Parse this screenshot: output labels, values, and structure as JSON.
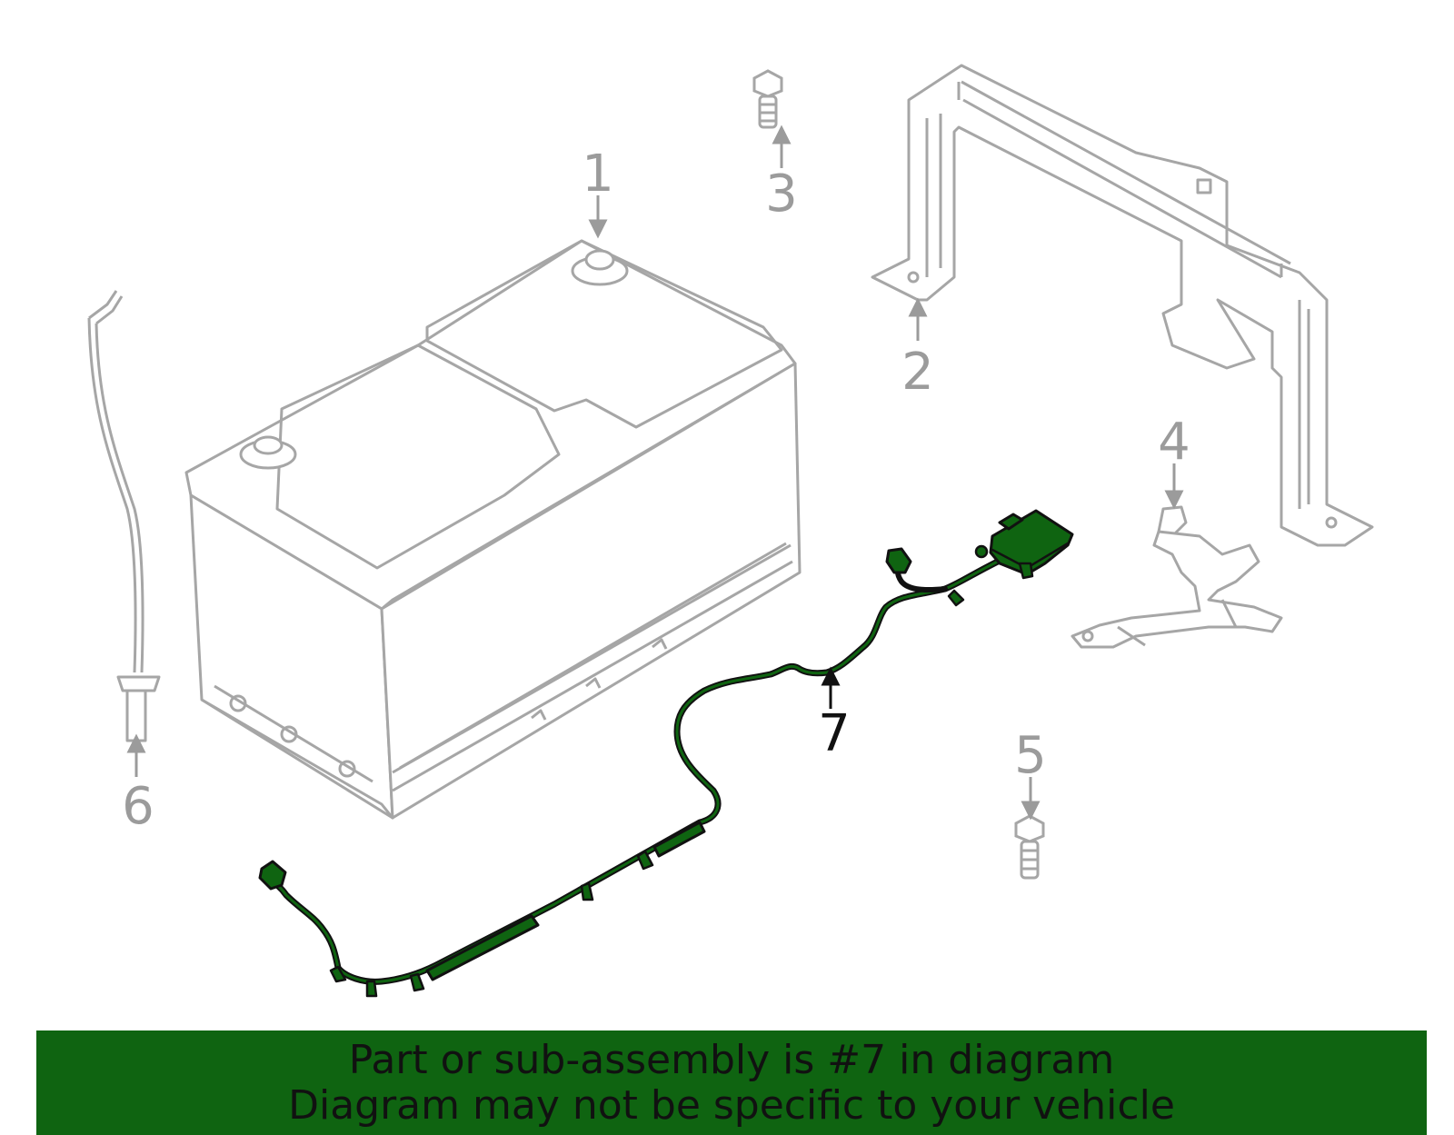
{
  "colors": {
    "part_outline": "#a6a6a6",
    "highlight_fill": "#0f6411",
    "highlight_stroke": "#111111",
    "banner_background": "#0f6411",
    "callout_muted": "#9b9b9b",
    "callout_active": "#111111"
  },
  "callouts": [
    {
      "id": "1",
      "label": "1",
      "part": "battery"
    },
    {
      "id": "2",
      "label": "2",
      "part": "battery-bracket"
    },
    {
      "id": "3",
      "label": "3",
      "part": "bolt"
    },
    {
      "id": "4",
      "label": "4",
      "part": "negative-cable-sensor"
    },
    {
      "id": "5",
      "label": "5",
      "part": "bolt"
    },
    {
      "id": "6",
      "label": "6",
      "part": "vent-tube"
    },
    {
      "id": "7",
      "label": "7",
      "part": "wire-harness",
      "highlighted": true
    }
  ],
  "banner": {
    "line1": "Part or sub-assembly is #7 in diagram",
    "line2": "Diagram may not be specific to your vehicle"
  }
}
